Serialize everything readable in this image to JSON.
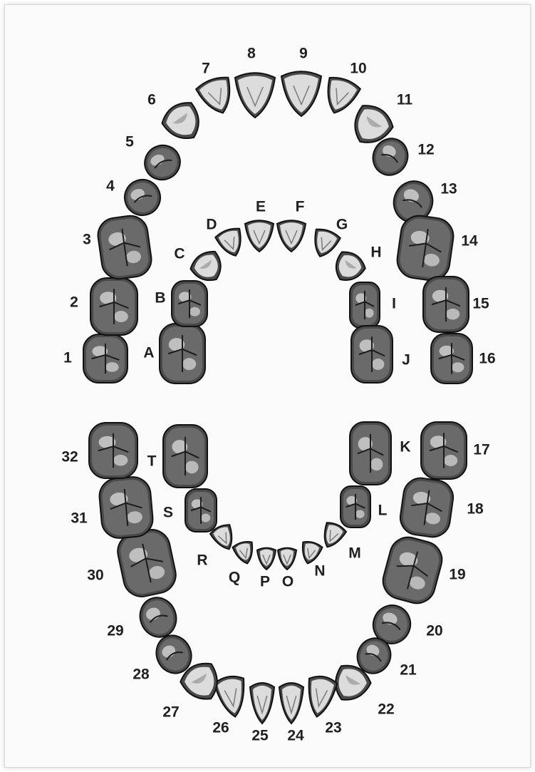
{
  "upper_permanent": [
    "1",
    "2",
    "3",
    "4",
    "5",
    "6",
    "7",
    "8",
    "9",
    "10",
    "11",
    "12",
    "13",
    "14",
    "15",
    "16"
  ],
  "upper_primary": [
    "A",
    "B",
    "C",
    "D",
    "E",
    "F",
    "G",
    "H",
    "I",
    "J"
  ],
  "lower_primary": [
    "K",
    "L",
    "M",
    "N",
    "O",
    "P",
    "Q",
    "R",
    "S",
    "T"
  ],
  "lower_permanent": [
    "17",
    "18",
    "19",
    "20",
    "21",
    "22",
    "23",
    "24",
    "25",
    "26",
    "27",
    "28",
    "29",
    "30",
    "31",
    "32"
  ]
}
